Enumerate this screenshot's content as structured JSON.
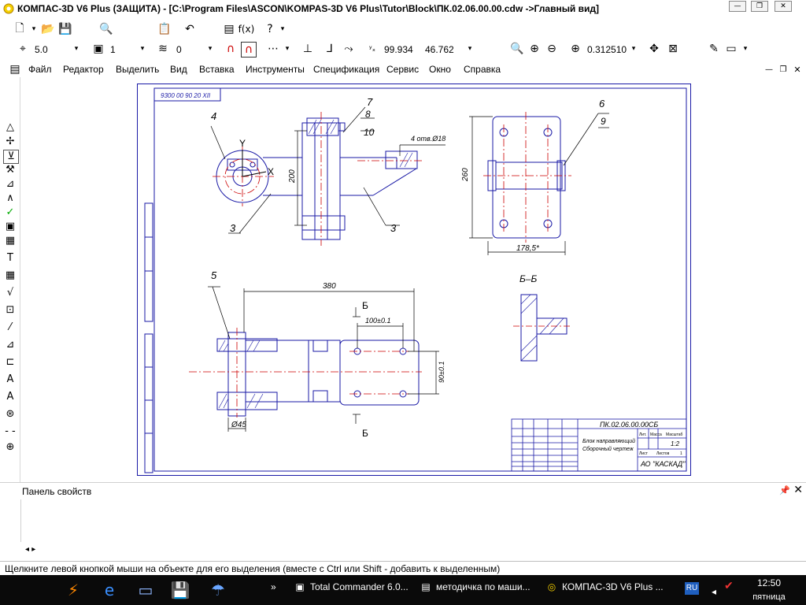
{
  "window": {
    "title": "КОМПАС-3D V6 Plus (ЗАЩИТА) - [C:\\Program Files\\ASCON\\KOMPAS-3D V6 Plus\\Tutor\\Block\\ПК.02.06.00.00.cdw ->Главный вид]"
  },
  "toolbar2": {
    "step": "5.0",
    "layer": "1",
    "style": "0",
    "coord_x": "99.934",
    "coord_y": "46.762",
    "zoom": "0.312510"
  },
  "menu": [
    "Файл",
    "Редактор",
    "Выделить",
    "Вид",
    "Вставка",
    "Инструменты",
    "Спецификация",
    "Сервис",
    "Окно",
    "Справка"
  ],
  "drawing": {
    "doc_code_rotated": "9300 00 90 20 XII",
    "labels": {
      "leader_4": "4",
      "leader_7": "7",
      "leader_8": "8",
      "leader_10": "10",
      "leader_3a": "3",
      "leader_3b": "3",
      "leader_6": "6",
      "leader_9": "9",
      "leader_5": "5",
      "axis_y": "Y",
      "axis_x": "X",
      "holes_note": "4 отв.Ø18",
      "dim_200": "200",
      "dim_260": "260",
      "dim_178": "178,5*",
      "dim_380": "380",
      "dim_100": "100±0.1",
      "dim_90": "90±0.1",
      "dim_d45": "Ø45",
      "section_b_top": "Б",
      "section_b_bottom": "Б",
      "section_title": "Б–Б"
    },
    "stamp": {
      "designation": "ПК.02.06.00.00СБ",
      "name_line1": "Блок направляющий",
      "name_line2": "Сборочный чертеж",
      "col_lit": "Лит.",
      "col_mass": "Масса",
      "col_scale": "Масштаб",
      "scale": "1:2",
      "sheet": "Лист",
      "sheets": "Листов",
      "sheets_count": "1",
      "company": "АО \"КАСКАД\""
    }
  },
  "panel": {
    "title": "Панель свойств"
  },
  "status": {
    "text": "Щелкните левой кнопкой мыши на объекте для его выделения (вместе с Ctrl или Shift - добавить к выделенным)"
  },
  "taskbar": {
    "overflow": "»",
    "tasks": [
      "Total Commander 6.0...",
      "методичка по маши...",
      "КОМПАС-3D V6 Plus ..."
    ],
    "lang": "RU",
    "time": "12:50",
    "weekday": "пятница"
  },
  "colors": {
    "drawing_blue": "#1a1aa6",
    "axis_red": "#cc0000",
    "taskbar": "#0a0a0a"
  }
}
